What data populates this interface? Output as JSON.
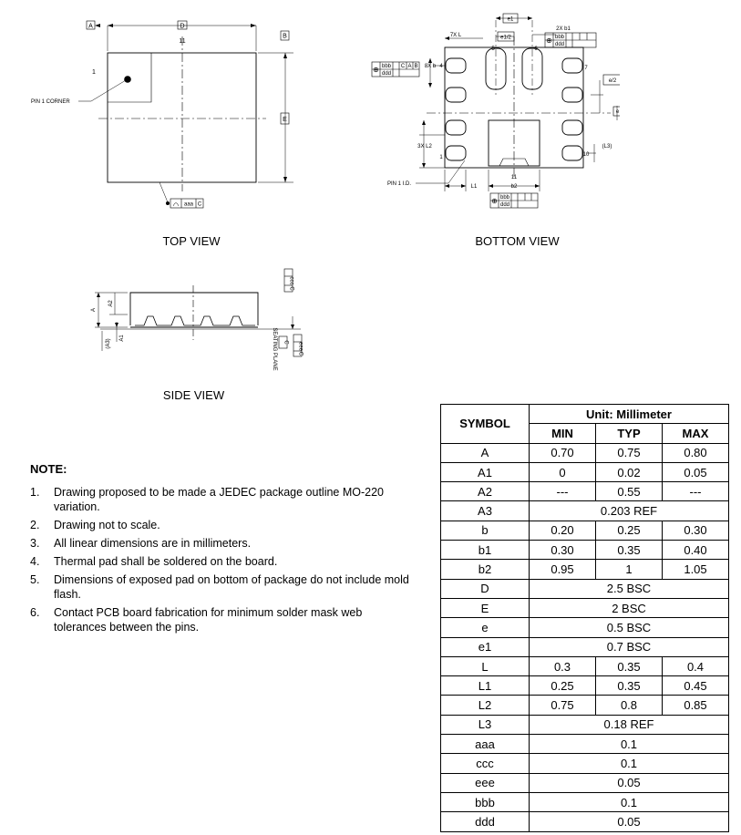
{
  "views": {
    "top": {
      "caption": "TOP VIEW",
      "labels": {
        "datum_a": "A",
        "dim_d": "D",
        "datum_b": "B",
        "dim_e": "E",
        "pin11": "11",
        "pin1": "1",
        "pin1_corner": "PIN 1 CORNER",
        "flatness": "aaa",
        "flat_ref": "C"
      }
    },
    "bottom": {
      "caption": "BOTTOM VIEW",
      "labels": {
        "e1": "e1",
        "e1_half": "e1/2",
        "two_x_b1": "2X b1",
        "seven_x_l": "7X L",
        "eight_x_b": "8X b",
        "four": "4",
        "five": "5",
        "six": "6",
        "seven": "7",
        "e_half": "e/2",
        "e": "e",
        "three_x_l2": "3X L2",
        "l3": "(L3)",
        "ten": "10",
        "one": "1",
        "eleven": "11",
        "pin1_id": "PIN 1 I.D.",
        "l1": "L1",
        "b2": "b2",
        "bbb": "bbb",
        "ddd": "ddd",
        "ref_c": "C",
        "ref_a": "A",
        "ref_b": "B"
      }
    },
    "side": {
      "caption": "SIDE VIEW",
      "labels": {
        "a": "A",
        "a1": "A1",
        "a2": "A2",
        "a3": "(A3)",
        "ccc": "ccc",
        "c": "C",
        "seating_plane": "SEATING PLANE",
        "eee": "eee"
      }
    }
  },
  "notes": {
    "title": "NOTE:",
    "items": [
      {
        "num": "1.",
        "text": "Drawing proposed to be made a JEDEC package outline MO-220 variation."
      },
      {
        "num": "2.",
        "text": "Drawing not to scale."
      },
      {
        "num": "3.",
        "text": "All linear dimensions are in millimeters."
      },
      {
        "num": "4.",
        "text": "Thermal pad shall be soldered on the board."
      },
      {
        "num": "5.",
        "text": "Dimensions of exposed pad on bottom of package do not include mold flash."
      },
      {
        "num": "6.",
        "text": "Contact PCB board fabrication for minimum solder mask web tolerances between the pins."
      }
    ]
  },
  "table": {
    "symbol_header": "SYMBOL",
    "unit_header": "Unit: Millimeter",
    "col_min": "MIN",
    "col_typ": "TYP",
    "col_max": "MAX",
    "rows": [
      {
        "symbol": "A",
        "min": "0.70",
        "typ": "0.75",
        "max": "0.80"
      },
      {
        "symbol": "A1",
        "min": "0",
        "typ": "0.02",
        "max": "0.05"
      },
      {
        "symbol": "A2",
        "min": "---",
        "typ": "0.55",
        "max": "---"
      },
      {
        "symbol": "A3",
        "span": "0.203 REF"
      },
      {
        "symbol": "b",
        "min": "0.20",
        "typ": "0.25",
        "max": "0.30"
      },
      {
        "symbol": "b1",
        "min": "0.30",
        "typ": "0.35",
        "max": "0.40"
      },
      {
        "symbol": "b2",
        "min": "0.95",
        "typ": "1",
        "max": "1.05"
      },
      {
        "symbol": "D",
        "span": "2.5 BSC"
      },
      {
        "symbol": "E",
        "span": "2 BSC"
      },
      {
        "symbol": "e",
        "span": "0.5 BSC"
      },
      {
        "symbol": "e1",
        "span": "0.7 BSC"
      },
      {
        "symbol": "L",
        "min": "0.3",
        "typ": "0.35",
        "max": "0.4"
      },
      {
        "symbol": "L1",
        "min": "0.25",
        "typ": "0.35",
        "max": "0.45"
      },
      {
        "symbol": "L2",
        "min": "0.75",
        "typ": "0.8",
        "max": "0.85"
      },
      {
        "symbol": "L3",
        "span": "0.18 REF"
      },
      {
        "symbol": "aaa",
        "span": "0.1"
      },
      {
        "symbol": "ccc",
        "span": "0.1"
      },
      {
        "symbol": "eee",
        "span": "0.05"
      },
      {
        "symbol": "bbb",
        "span": "0.1"
      },
      {
        "symbol": "ddd",
        "span": "0.05"
      }
    ]
  }
}
